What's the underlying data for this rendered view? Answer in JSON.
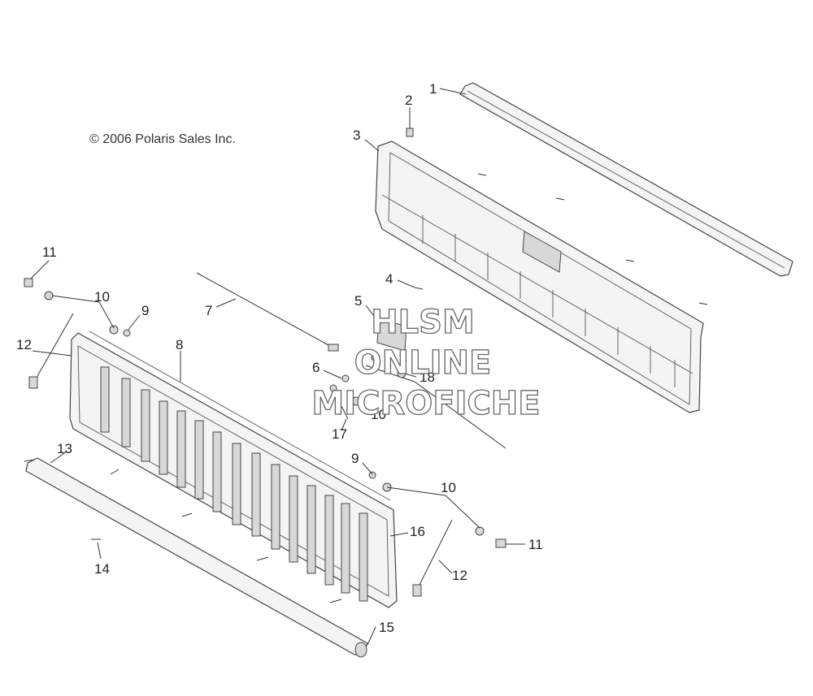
{
  "copyright": "© 2006 Polaris Sales Inc.",
  "watermark": {
    "line1": "HLSM",
    "line2": "ONLINE",
    "line3": "MICROFICHE"
  },
  "callouts": [
    {
      "id": "c1",
      "text": "1"
    },
    {
      "id": "c2",
      "text": "2"
    },
    {
      "id": "c3",
      "text": "3"
    },
    {
      "id": "c4",
      "text": "4"
    },
    {
      "id": "c5",
      "text": "5"
    },
    {
      "id": "c6",
      "text": "6"
    },
    {
      "id": "c7",
      "text": "7"
    },
    {
      "id": "c8",
      "text": "8"
    },
    {
      "id": "c9a",
      "text": "9"
    },
    {
      "id": "c9b",
      "text": "9"
    },
    {
      "id": "c10a",
      "text": "10"
    },
    {
      "id": "c10b",
      "text": "10"
    },
    {
      "id": "c10c",
      "text": "10"
    },
    {
      "id": "c11a",
      "text": "11"
    },
    {
      "id": "c11b",
      "text": "11"
    },
    {
      "id": "c12a",
      "text": "12"
    },
    {
      "id": "c12b",
      "text": "12"
    },
    {
      "id": "c13",
      "text": "13"
    },
    {
      "id": "c14",
      "text": "14"
    },
    {
      "id": "c15",
      "text": "15"
    },
    {
      "id": "c16",
      "text": "16"
    },
    {
      "id": "c17",
      "text": "17"
    },
    {
      "id": "c18",
      "text": "18"
    }
  ]
}
